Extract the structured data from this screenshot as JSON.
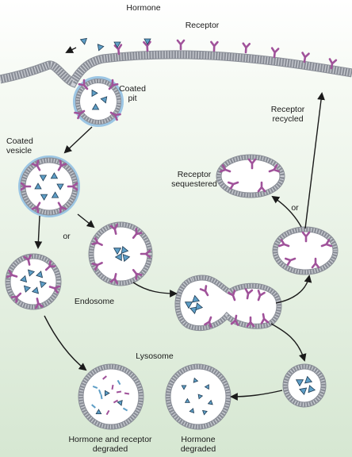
{
  "labels": {
    "hormone": "Hormone",
    "receptor": "Receptor",
    "coated_pit": [
      "Coated",
      "pit"
    ],
    "coated_vesicle": [
      "Coated",
      "vesicle"
    ],
    "or_left": "or",
    "endosome": "Endosome",
    "lysosome": "Lysosome",
    "receptor_sequestered": [
      "Receptor",
      "sequestered"
    ],
    "or_right": "or",
    "receptor_recycled": [
      "Receptor",
      "recycled"
    ],
    "hormone_and_receptor_degraded": [
      "Hormone and receptor",
      "degraded"
    ],
    "hormone_degraded": [
      "Hormone",
      "degraded"
    ]
  },
  "colors": {
    "background_top": "#ffffff",
    "background_bottom": "#dcead8",
    "membrane": "#b9bcc4",
    "membrane_edge": "#8a8e97",
    "coat": "#9cc6e4",
    "receptor": "#a0529a",
    "hormone": "#5e9ec6",
    "arrow": "#1a1a1a"
  }
}
